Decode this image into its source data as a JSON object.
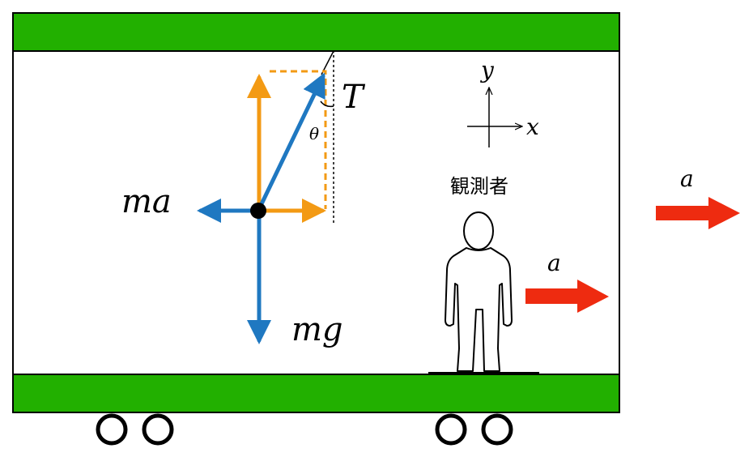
{
  "labels": {
    "tension": "T",
    "angle": "θ",
    "inertial_force": "ma",
    "gravity": "mg",
    "axis_y": "y",
    "axis_x": "x",
    "observer": "観測者",
    "accel_inside": "a",
    "accel_outside": "a"
  },
  "colors": {
    "car_green": "#22b000",
    "arrow_blue": "#1f78c1",
    "component_orange": "#f39a14",
    "accel_red": "#ee2b10",
    "outline": "#000000"
  },
  "icons": {
    "observer": "person-silhouette-icon",
    "wheel": "wheel-icon"
  }
}
